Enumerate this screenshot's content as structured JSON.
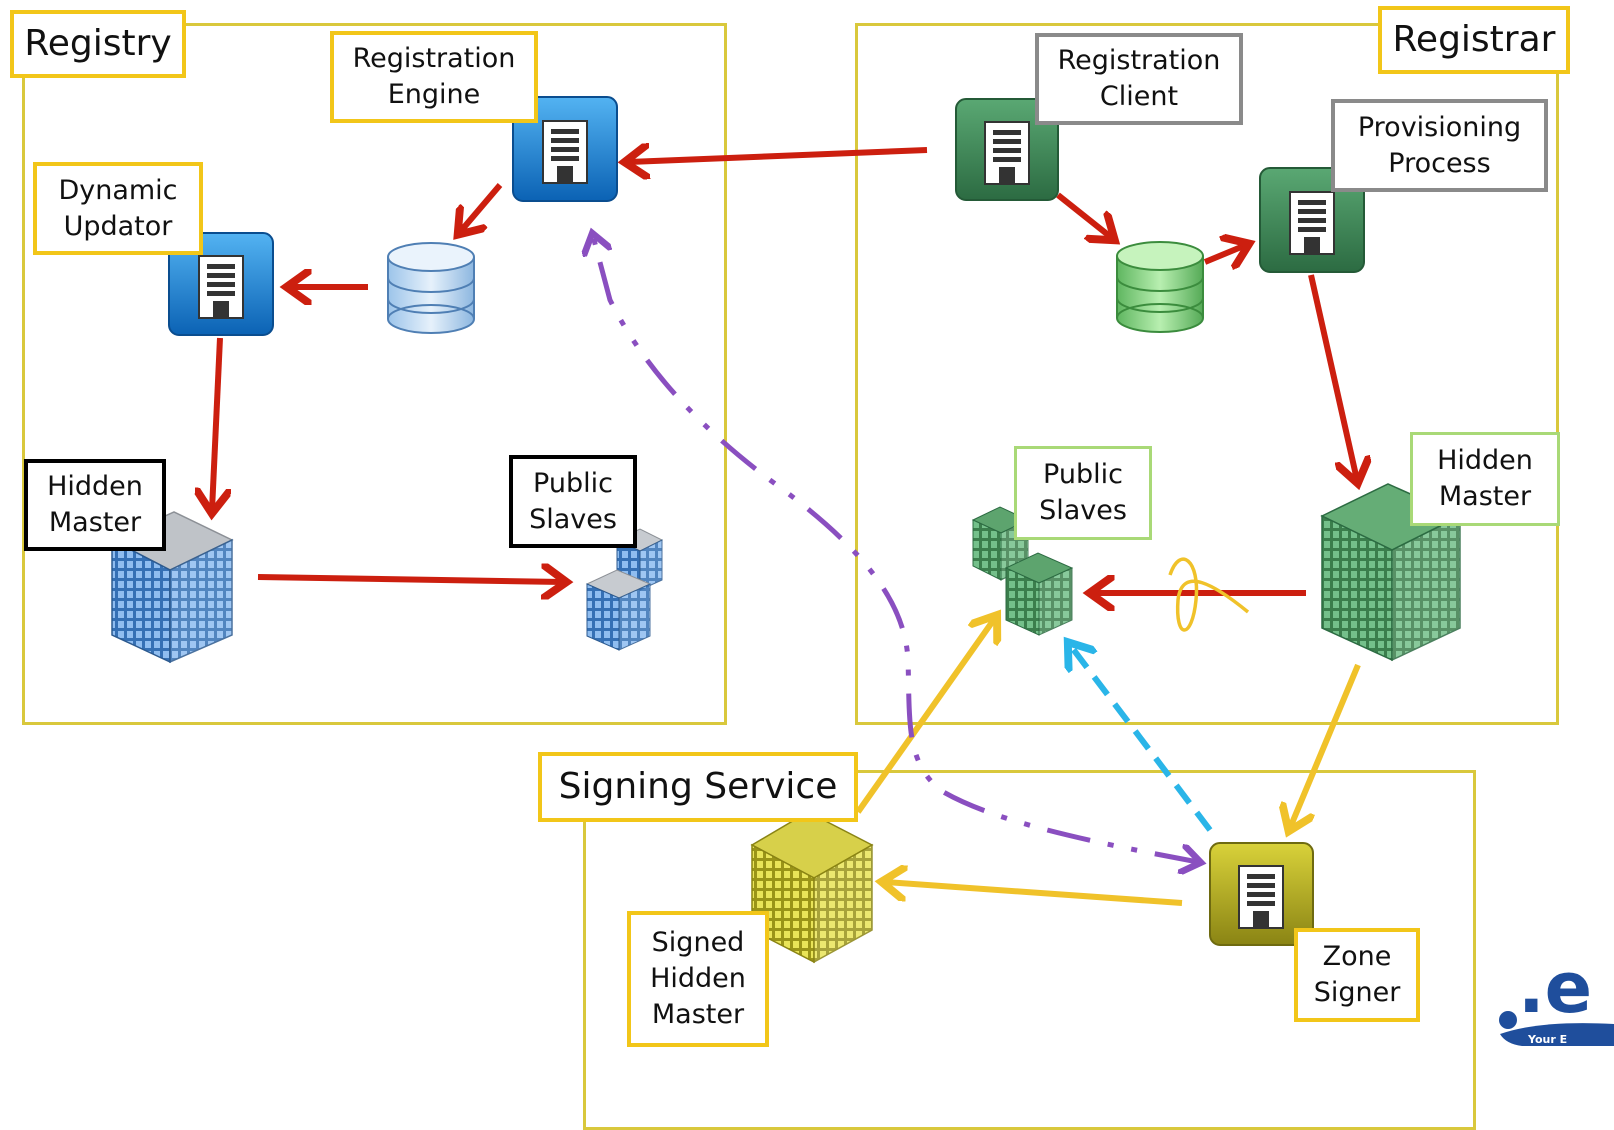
{
  "sections": {
    "registry": "Registry",
    "registrar": "Registrar",
    "signing_service": "Signing Service"
  },
  "labels": {
    "registration_engine": "Registration\nEngine",
    "dynamic_updator": "Dynamic\nUpdator",
    "registry_hidden_master": "Hidden\nMaster",
    "registry_public_slaves": "Public\nSlaves",
    "registration_client": "Registration\nClient",
    "provisioning_process": "Provisioning\nProcess",
    "registrar_public_slaves": "Public\nSlaves",
    "registrar_hidden_master": "Hidden\nMaster",
    "signed_hidden_master": "Signed\nHidden\nMaster",
    "zone_signer": "Zone\nSigner"
  },
  "logo": {
    "text": ".e",
    "tagline": "Your E"
  },
  "colors": {
    "frame": "#d9c83c",
    "red_flow": "#cc1f0f",
    "yellow_flow": "#f0c22a",
    "purple_flow": "#8a4fc0",
    "cyan_flow": "#2ab5e8",
    "blue_server": "#1a7fcf",
    "green_server": "#3f8f57",
    "yellow_server": "#b8b820",
    "logo_blue": "#1f4e9c"
  },
  "icons": [
    "registration-engine-server-icon",
    "dynamic-updator-server-icon",
    "registry-database-icon",
    "registry-hidden-master-building-icon",
    "registry-public-slaves-building-icon",
    "registration-client-server-icon",
    "registrar-database-icon",
    "provisioning-process-server-icon",
    "registrar-public-slaves-building-icon",
    "registrar-hidden-master-building-icon",
    "signed-hidden-master-building-icon",
    "zone-signer-server-icon"
  ]
}
